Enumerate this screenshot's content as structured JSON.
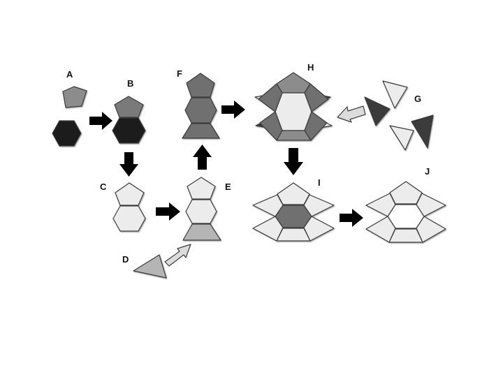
{
  "diagram": {
    "stage_labels": {
      "A": "A",
      "B": "B",
      "C": "C",
      "D": "D",
      "E": "E",
      "F": "F",
      "G": "G",
      "H": "H",
      "I": "I",
      "J": "J"
    },
    "colors": {
      "black": "#1c1c1c",
      "dark_gray": "#6f6f6f",
      "medium_gray": "#8c8c8c",
      "light_gray": "#ececec",
      "mid_light_gray": "#b5b5b5",
      "arrow_black": "#000000",
      "arrow_light": "#dcdcdc"
    },
    "arrows": [
      {
        "name": "arrow-a-to-b",
        "style": "black",
        "direction": "right"
      },
      {
        "name": "arrow-b-to-c",
        "style": "black",
        "direction": "down"
      },
      {
        "name": "arrow-c-to-e",
        "style": "black",
        "direction": "right"
      },
      {
        "name": "arrow-d-to-e",
        "style": "light",
        "direction": "up-right"
      },
      {
        "name": "arrow-e-to-f",
        "style": "black",
        "direction": "up"
      },
      {
        "name": "arrow-f-to-h",
        "style": "black",
        "direction": "right"
      },
      {
        "name": "arrow-g-to-h",
        "style": "light",
        "direction": "left"
      },
      {
        "name": "arrow-h-to-i",
        "style": "black",
        "direction": "down"
      },
      {
        "name": "arrow-i-to-j",
        "style": "black",
        "direction": "right"
      }
    ]
  }
}
